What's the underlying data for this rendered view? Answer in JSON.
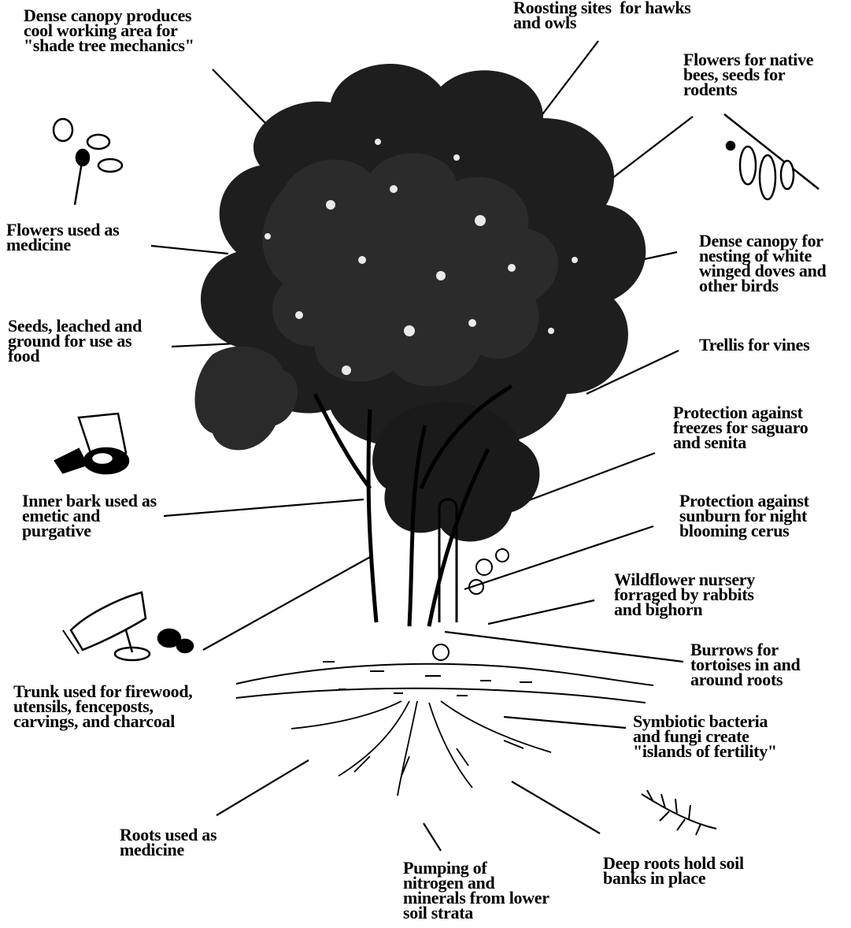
{
  "diagram": {
    "ink_color": "#000000",
    "background_color": "#ffffff",
    "labels": {
      "shade_mechanics": "Dense canopy produces\ncool working area for\n\"shade tree mechanics\"",
      "roosting": "Roosting sites  for hawks\nand owls",
      "native_bees": "Flowers for native\nbees, seeds for\nrodents",
      "flowers_medicine": "Flowers used as\nmedicine",
      "nesting_doves": "Dense canopy for\nnesting of white\nwinged doves and\nother birds",
      "seeds_food": "Seeds, leached and\nground for use as\nfood",
      "trellis": "Trellis for vines",
      "freeze_protection": "Protection against\nfreezes for saguaro\nand senita",
      "inner_bark": "Inner bark used as\nemetic and\npurgative",
      "sunburn_protection": "Protection against\nsunburn for night\nblooming cerus",
      "wildflower_nursery": "Wildflower nursery\nforraged by rabbits\nand bighorn",
      "burrows": "Burrows for\ntortoises in and\naround roots",
      "trunk_uses": "Trunk used for firewood,\nutensils, fenceposts,\ncarvings, and charcoal",
      "symbiotic": "Symbiotic bacteria\nand fungi create\n\"islands of fertility\"",
      "roots_medicine": "Roots used as\nmedicine",
      "pumping": "Pumping of\nnitrogen and\nminerals from lower\nsoil strata",
      "deep_roots": "Deep roots hold soil\nbanks in place"
    }
  }
}
